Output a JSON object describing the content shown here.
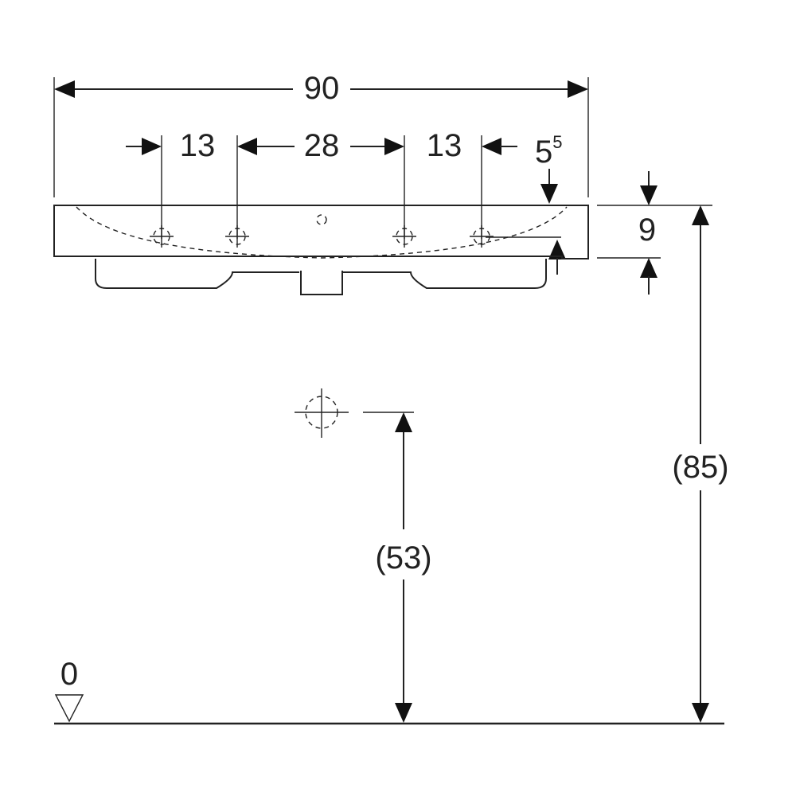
{
  "dimensions": {
    "overall_width": "90",
    "left_offset": "13",
    "center_spacing": "28",
    "right_offset": "13",
    "edge_offset_base": "5",
    "edge_offset_sup": "5",
    "basin_height": "9",
    "rim_height": "(85)",
    "waste_height": "(53)",
    "floor_level": "0"
  },
  "colors": {
    "line": "#222222",
    "background": "#ffffff"
  }
}
